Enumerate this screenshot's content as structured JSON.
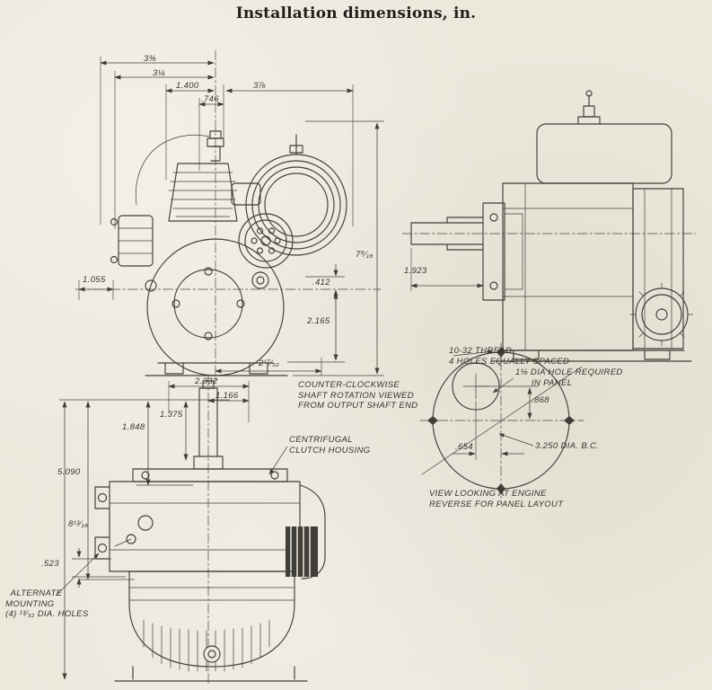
{
  "title": "Installation dimensions, in.",
  "colors": {
    "paper": "#ebe8dc",
    "ink": "#403e38"
  },
  "front_view": {
    "dim_3_3_8": "3⅜",
    "dim_3_1_4": "3¼",
    "dim_1_400": "1.400",
    "dim_0_746": ".746",
    "dim_3_7_8": "3⅞",
    "dim_7_9_16": "7⁹⁄₁₆",
    "dim_0_412": ".412",
    "dim_2_165": "2.165",
    "dim_1_055": "1.055",
    "dim_2_17_32": "2¹⁷⁄₃₂"
  },
  "side_view": {
    "dim_1_923": "1.923"
  },
  "panel_layout": {
    "thread_note": "10-32 THREAD\n4 HOLES EQUALLY SPACED",
    "hole_note": "1⅛ DIA HOLE REQUIRED\n      IN PANEL",
    "dim_0_868": ".868",
    "dim_0_654": ".654",
    "bolt_circle": "3.250 DIA. B.C.",
    "view_note": "VIEW LOOKING AT ENGINE\nREVERSE FOR PANEL LAYOUT"
  },
  "bottom_view": {
    "dim_2_332": "2.332",
    "dim_1_166": "1.166",
    "dim_1_375": "1.375",
    "dim_1_848": "1.848",
    "dim_5_090": "5.090",
    "dim_8_13_16": "8¹³⁄₁₆",
    "dim_0_523": ".523",
    "clutch_label": "CENTRIFUGAL\nCLUTCH HOUSING",
    "alt_mount_label": "  ALTERNATE\nMOUNTING\n(4) ¹³⁄₃₂ DIA. HOLES"
  },
  "notes": {
    "rotation": "COUNTER-CLOCKWISE\nSHAFT ROTATION VIEWED\nFROM OUTPUT SHAFT END"
  }
}
